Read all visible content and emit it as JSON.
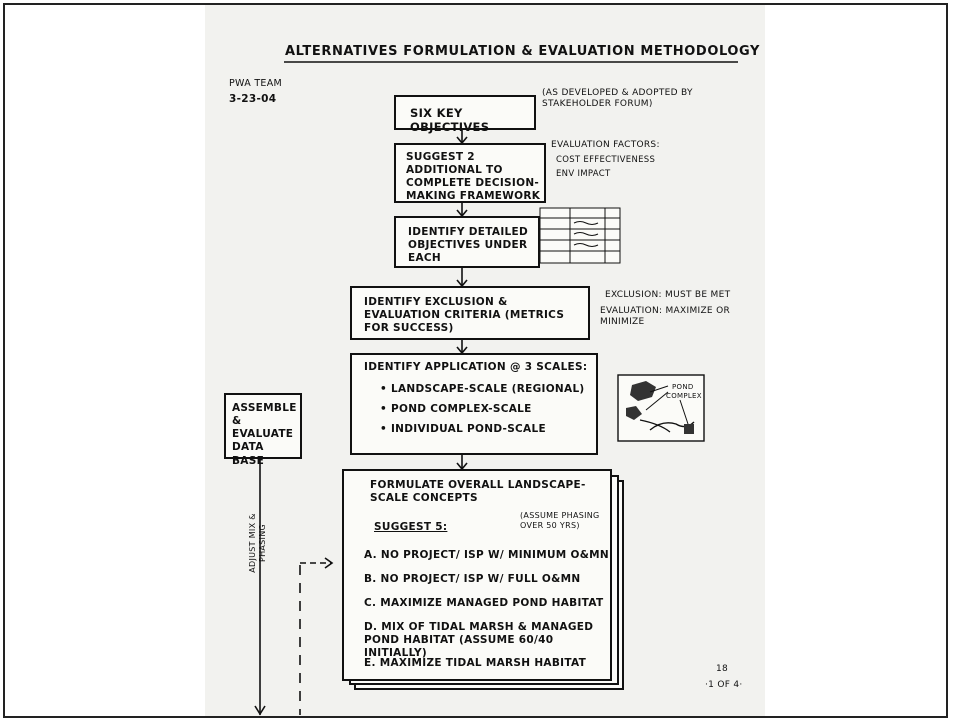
{
  "title": "ALTERNATIVES FORMULATION & EVALUATION METHODOLOGY",
  "team": "PWA TEAM",
  "date": "3-23-04",
  "steps": [
    "SIX KEY OBJECTIVES",
    "SUGGEST 2 ADDITIONAL TO COMPLETE DECISION-MAKING FRAMEWORK",
    "IDENTIFY DETAILED OBJECTIVES UNDER EACH",
    "IDENTIFY EXCLUSION & EVALUATION CRITERIA (METRICS FOR SUCCESS)",
    "IDENTIFY APPLICATION @ 3 SCALES:"
  ],
  "step1_note": "(AS DEVELOPED & ADOPTED BY STAKEHOLDER FORUM)",
  "evaluation_factors": {
    "heading": "EVALUATION FACTORS:",
    "items": [
      "COST EFFECTIVENESS",
      "ENV IMPACT"
    ]
  },
  "criteria_notes": {
    "exclusion": "EXCLUSION: MUST BE MET",
    "evaluation": "EVALUATION: MAXIMIZE OR MINIMIZE"
  },
  "scales": [
    "LANDSCAPE-SCALE (REGIONAL)",
    "POND COMPLEX-SCALE",
    "INDIVIDUAL POND-SCALE"
  ],
  "map_labels": [
    "POND",
    "COMPLEX"
  ],
  "side_box": "ASSEMBLE & EVALUATE DATA BASE",
  "formulate": {
    "heading": "FORMULATE OVERALL LANDSCAPE-SCALE CONCEPTS",
    "suggest": "SUGGEST 5:",
    "phasing_note": "(ASSUME PHASING OVER 50 YRS)",
    "options": [
      "A. NO PROJECT/ ISP W/ MINIMUM O&MN",
      "B. NO PROJECT/ ISP W/ FULL O&MN",
      "C. MAXIMIZE MANAGED POND HABITAT",
      "D. MIX OF TIDAL MARSH & MANAGED POND HABITAT (ASSUME 60/40 INITIALLY)",
      "E. MAXIMIZE TIDAL MARSH HABITAT"
    ]
  },
  "adjust_label": "ADJUST MIX & PHASING",
  "page_number": "18",
  "page_of": "·1 OF 4·"
}
